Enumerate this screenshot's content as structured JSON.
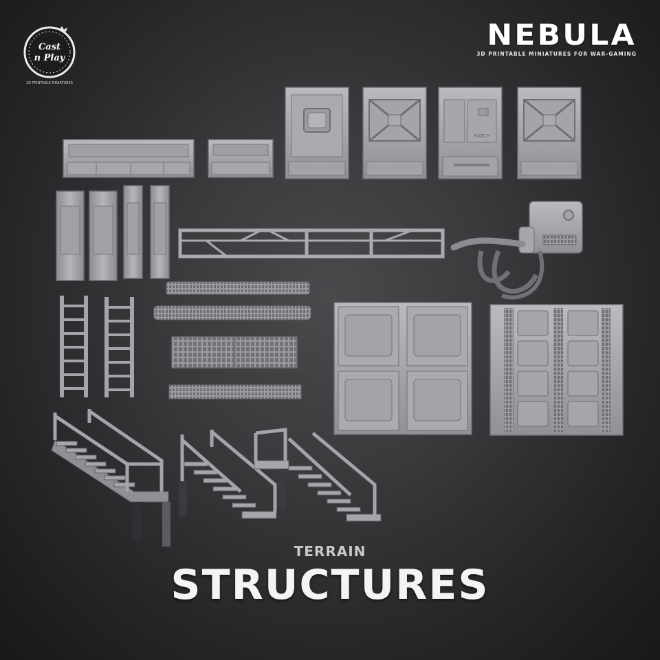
{
  "branding": {
    "logo_left_text": "Cast n Play",
    "logo_left_subtext": "3D PRINTABLE MINIATURES",
    "brand_name": "NEBULA",
    "brand_tagline": "3D PRINTABLE MINIATURES FOR WAR-GAMING"
  },
  "models": {
    "hatch_label": "HATCH"
  },
  "caption": {
    "category": "TERRAIN",
    "title": "STRUCTURES"
  },
  "colors": {
    "background": "#2e2e30",
    "model_grey": "#a9abb0",
    "title_text": "#f4f4f4"
  }
}
